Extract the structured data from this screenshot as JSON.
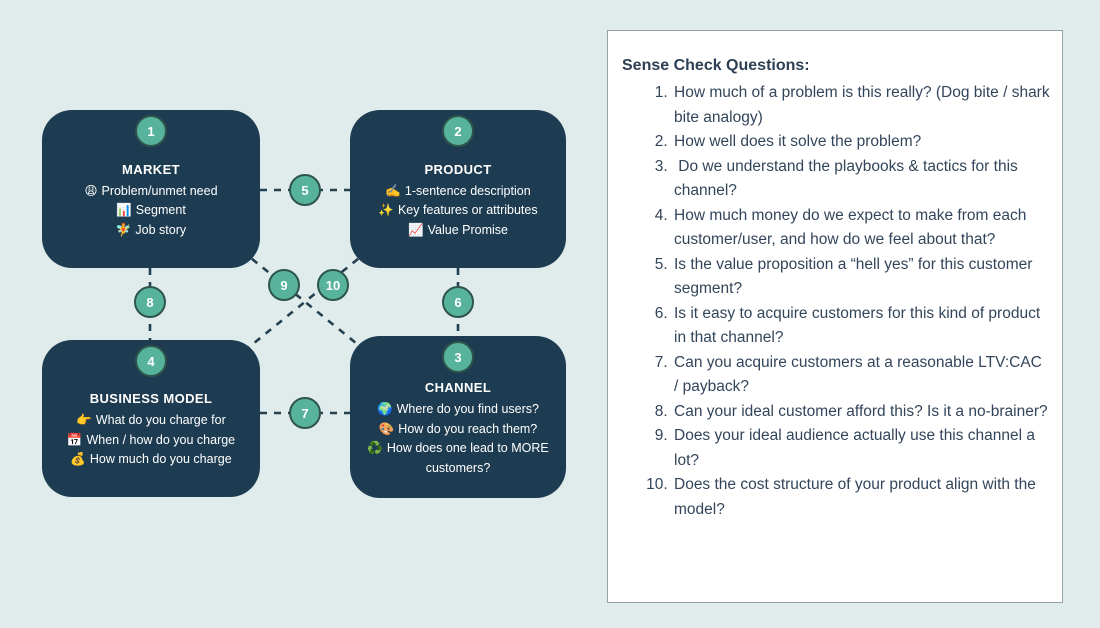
{
  "colors": {
    "page_background": "#dfeceb",
    "box_fill": "#1e3c51",
    "badge_fill": "#58b39c",
    "badge_border": "#2e544c",
    "connector_line": "#24404f",
    "panel_border": "#99a1a8",
    "panel_text": "#33455a",
    "box_text": "#ffffff"
  },
  "diagram": {
    "boxes": [
      {
        "number": "1",
        "title": "MARKET",
        "items": [
          {
            "icon": "😩",
            "icon_name": "weary-face-emoji",
            "text": "Problem/unmet need"
          },
          {
            "icon": "📊",
            "icon_name": "bar-chart-emoji",
            "text": "Segment"
          },
          {
            "icon": "🧚",
            "icon_name": "fairy-emoji",
            "text": "Job story"
          }
        ]
      },
      {
        "number": "2",
        "title": "PRODUCT",
        "items": [
          {
            "icon": "✍️",
            "icon_name": "writing-hand-emoji",
            "text": "1-sentence description"
          },
          {
            "icon": "✨",
            "icon_name": "sparkles-emoji",
            "text": "Key features or attributes"
          },
          {
            "icon": "📈",
            "icon_name": "chart-increasing-emoji",
            "text": "Value Promise"
          }
        ]
      },
      {
        "number": "3",
        "title": "CHANNEL",
        "items": [
          {
            "icon": "🌍",
            "icon_name": "globe-emoji",
            "text": "Where do you find users?"
          },
          {
            "icon": "🎨",
            "icon_name": "palette-emoji",
            "text": "How do you reach them?"
          },
          {
            "icon": "♻️",
            "icon_name": "recycle-emoji",
            "text": "How does one lead to MORE customers?"
          }
        ]
      },
      {
        "number": "4",
        "title": "BUSINESS MODEL",
        "items": [
          {
            "icon": "👉",
            "icon_name": "pointing-right-emoji",
            "text": "What do you charge for"
          },
          {
            "icon": "📅",
            "icon_name": "calendar-emoji",
            "text": "When / how do you charge"
          },
          {
            "icon": "💰",
            "icon_name": "money-bag-emoji",
            "text": "How much do you charge"
          }
        ]
      }
    ],
    "connector_badges": [
      "5",
      "6",
      "7",
      "8",
      "9",
      "10"
    ]
  },
  "panel": {
    "title": "Sense Check Questions:",
    "questions": [
      "How much of a problem is this really? (Dog bite / shark bite analogy)",
      "How well does it solve the problem?",
      " Do we understand the playbooks & tactics for this channel?",
      "How much money do we expect to make from each customer/user, and how do we feel about that?",
      "Is the value proposition a “hell yes” for this customer segment?",
      "Is it easy to acquire customers for this kind of product in that channel?",
      "Can you acquire customers at a reasonable LTV:CAC / payback?",
      "Can your ideal customer afford this? Is it a no-brainer?",
      "Does your ideal audience actually use this channel a lot?",
      "Does the cost structure of your product align with the model?"
    ]
  }
}
